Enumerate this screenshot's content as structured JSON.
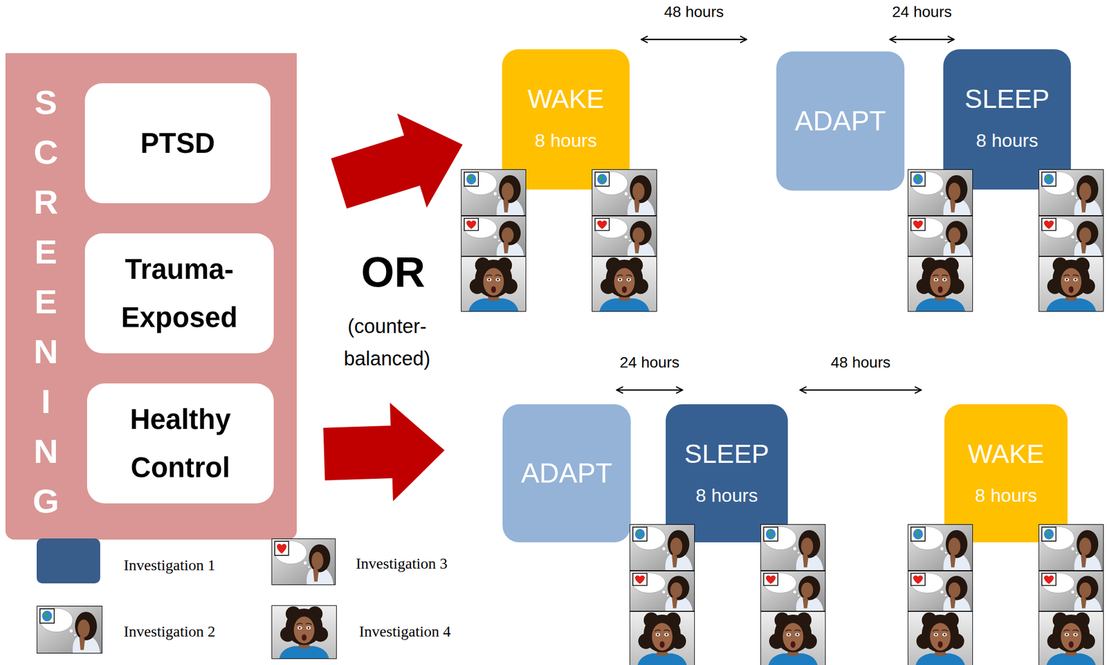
{
  "diagram": {
    "nodes": [
      {
        "text": [
          "SCREENING"
        ]
      },
      {
        "text": [
          "PTSD"
        ],
        "in": 0
      },
      {
        "text": [
          "Trauma- Exposed"
        ],
        "in": 0
      },
      {
        "text": [
          "Healthy Control"
        ],
        "in": 0
      },
      {
        "text": [
          "WAKE",
          "8 hours"
        ]
      },
      {
        "text": [
          "ADAPT"
        ]
      },
      {
        "text": [
          "SLEEP",
          "8 hours"
        ]
      },
      {
        "text": [
          "ADAPT"
        ]
      },
      {
        "text": [
          "SLEEP",
          "8 hours"
        ]
      },
      {
        "text": [
          "WAKE",
          "8 hours"
        ]
      }
    ],
    "edges": [
      {
        "from": 0,
        "to": 4,
        "arrow": "to"
      },
      {
        "from": 0,
        "to": 7,
        "arrow": "to"
      },
      {
        "from": 4,
        "to": 5,
        "label": "48 hours",
        "arrow": "both"
      },
      {
        "from": 5,
        "to": 6,
        "label": "24 hours",
        "arrow": "both"
      },
      {
        "from": 7,
        "to": 8,
        "label": "24 hours",
        "arrow": "both"
      },
      {
        "from": 8,
        "to": 9,
        "label": "48 hours",
        "arrow": "both"
      }
    ],
    "labels": [
      "OR",
      "(counter- balanced)"
    ],
    "legend": [
      {
        "text": "Investigation 1",
        "color": "#385D8A"
      },
      {
        "text": "Investigation 2"
      },
      {
        "text": "Investigation 3"
      },
      {
        "text": "Investigation 4"
      }
    ]
  }
}
